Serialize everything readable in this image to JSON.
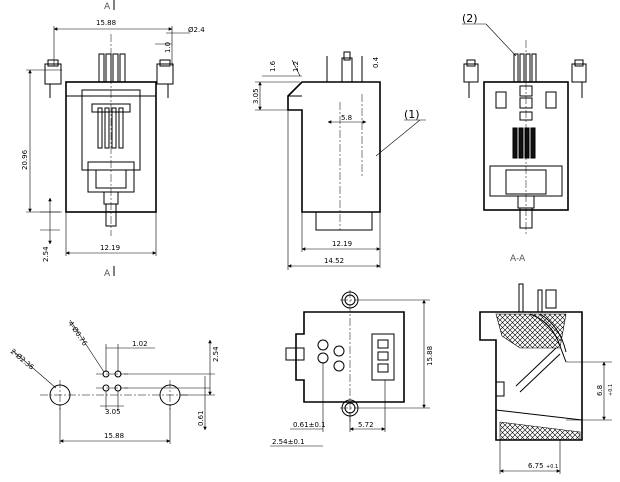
{
  "section_marks": {
    "top": "A",
    "bottom": "A"
  },
  "view_labels": {
    "section": "A-A"
  },
  "part_callouts": [
    "(1)",
    "(2)"
  ],
  "dimensions": {
    "front": {
      "overall_width": "15.88",
      "pin_dia": "Ø2.4",
      "small": "1.0",
      "height": "20.96",
      "pitch": "2.54",
      "width": "12.19"
    },
    "side": {
      "d1": "1.6",
      "d2": "1.2",
      "d3": "0.4",
      "d4": "3.05",
      "d5": "5.8",
      "width": "12.19",
      "overall": "14.52"
    },
    "pcb": {
      "big_hole": "2-Ø2.36",
      "small_holes": "4-Ø0.76",
      "spacing": "1.02",
      "offset_top": "2.54",
      "offset_bottom": "0.61",
      "pair": "3.05",
      "overall": "15.88"
    },
    "bottom": {
      "height": "15.88",
      "a": "0.61±0.1",
      "b": "5.72",
      "c": "2.54±0.1"
    },
    "section": {
      "h": "6.8",
      "h_tol": "+0.1",
      "w": "6.75",
      "w_tol": "+0.1"
    }
  }
}
